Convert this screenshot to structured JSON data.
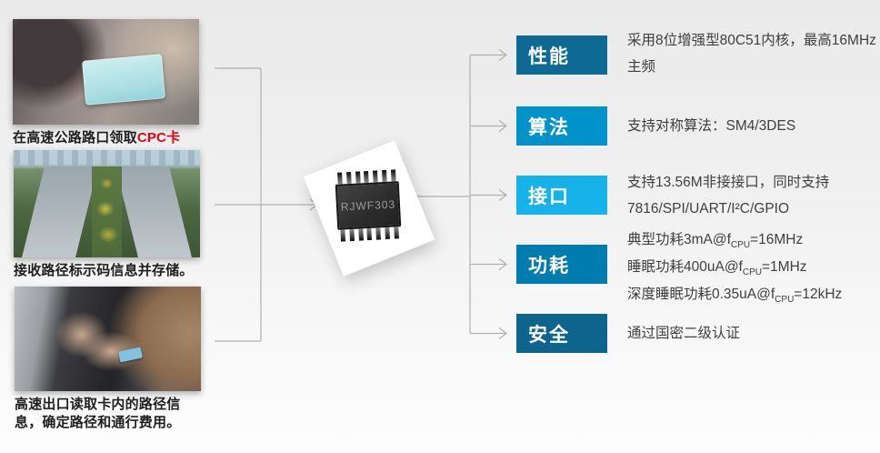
{
  "steps": [
    {
      "caption": "在高速公路路口领取",
      "caption_highlight": "CPC卡"
    },
    {
      "caption": "接收路径标示码信息并存储。",
      "caption_highlight": ""
    },
    {
      "caption": "高速出口读取卡内的路径信息，确定路径和通行费用。",
      "caption_highlight": ""
    }
  ],
  "chip": {
    "label": "RJWF303"
  },
  "features": [
    {
      "label": "性能",
      "color": "#0e6a92",
      "lines": [
        "采用8位增强型80C51内核，最高16MHz",
        "主频"
      ]
    },
    {
      "label": "算法",
      "color": "#0092c9",
      "lines": [
        "支持对称算法：SM4/3DES"
      ]
    },
    {
      "label": "接口",
      "color": "#16b2ea",
      "lines": [
        "支持13.56M非接接口，同时支持",
        "7816/SPI/UART/I²C/GPIO"
      ]
    },
    {
      "label": "功耗",
      "color": "#007cb0",
      "rich_lines": [
        {
          "pre": "典型功耗3mA@f",
          "sub": "CPU",
          "post": "=16MHz"
        },
        {
          "pre": "睡眠功耗400uA@f",
          "sub": "CPU",
          "post": "=1MHz"
        },
        {
          "pre": "深度睡眠功耗0.35uA@f",
          "sub": "CPU",
          "post": "=12kHz"
        }
      ]
    },
    {
      "label": "安全",
      "color": "#0d648c",
      "lines": [
        "通过国密二级认证"
      ]
    }
  ],
  "colors": {
    "highlight_red": "#e60012",
    "text": "#3f3f3f",
    "connector": "#b0b0b0"
  }
}
